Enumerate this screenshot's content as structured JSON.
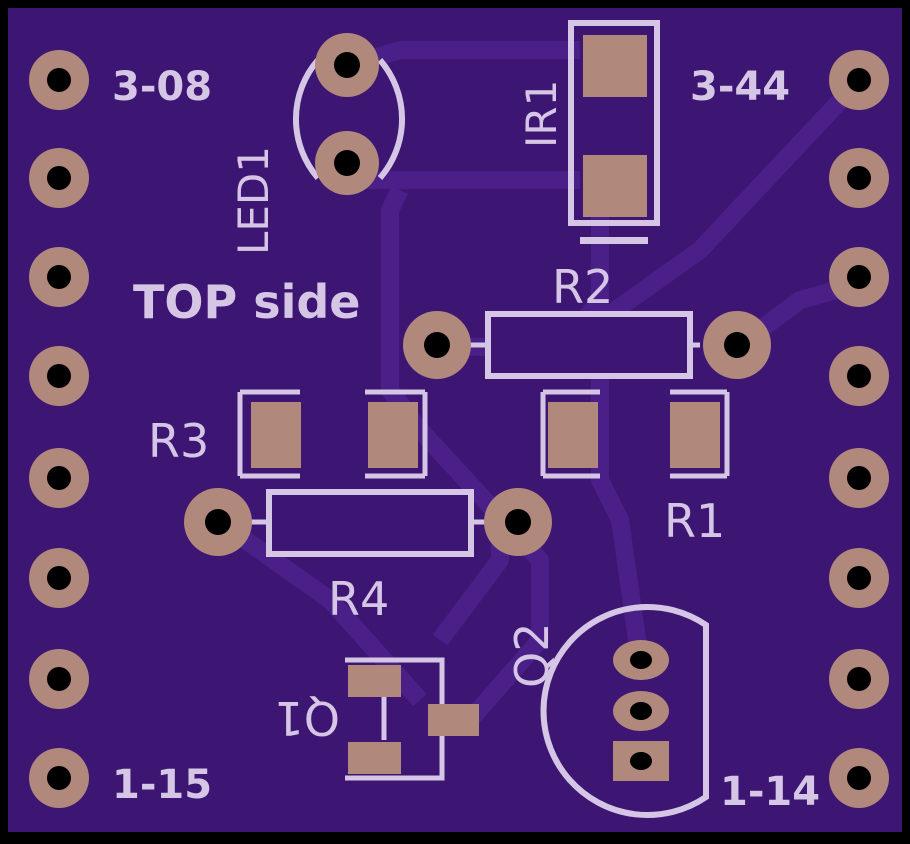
{
  "board": {
    "side_label": "TOP side",
    "pin_labels": {
      "top_left": "3-08",
      "top_right": "3-44",
      "bottom_left": "1-15",
      "bottom_right": "1-14"
    }
  },
  "components": {
    "led": "LED1",
    "ir": "IR1",
    "r1": "R1",
    "r2": "R2",
    "r3": "R3",
    "r4": "R4",
    "q1": "Q1",
    "q2": "Q2"
  },
  "colors": {
    "board": "#3d1673",
    "board_edge": "#000000",
    "trace": "#4a1e87",
    "pad": "#b0887c",
    "hole": "#000000",
    "silkscreen": "#d6c6e6"
  }
}
